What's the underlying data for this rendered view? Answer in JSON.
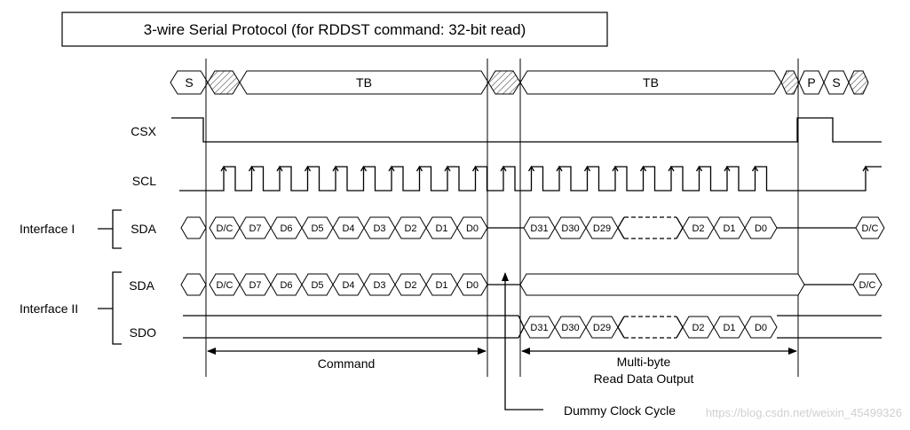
{
  "title": "3-wire Serial Protocol (for RDDST command: 32-bit read)",
  "phases": {
    "start": "S",
    "tb1": "TB",
    "tb2": "TB",
    "stop": "P",
    "start2": "S"
  },
  "signals": {
    "csx": "CSX",
    "scl": "SCL",
    "sda1": "SDA",
    "sda2": "SDA",
    "sdo": "SDO"
  },
  "interfaces": {
    "i1": "Interface I",
    "i2": "Interface II"
  },
  "command_bits": [
    "D/C",
    "D7",
    "D6",
    "D5",
    "D4",
    "D3",
    "D2",
    "D1",
    "D0"
  ],
  "read_bits_head": [
    "D31",
    "D30",
    "D29"
  ],
  "read_bits_tail": [
    "D2",
    "D1",
    "D0"
  ],
  "next_bit": "D/C",
  "annotations": {
    "command": "Command",
    "read_out_line1": "Multi-byte",
    "read_out_line2": "Read Data Output",
    "dummy": "Dummy Clock Cycle"
  },
  "watermark": "https://blog.csdn.net/weixin_45499326"
}
